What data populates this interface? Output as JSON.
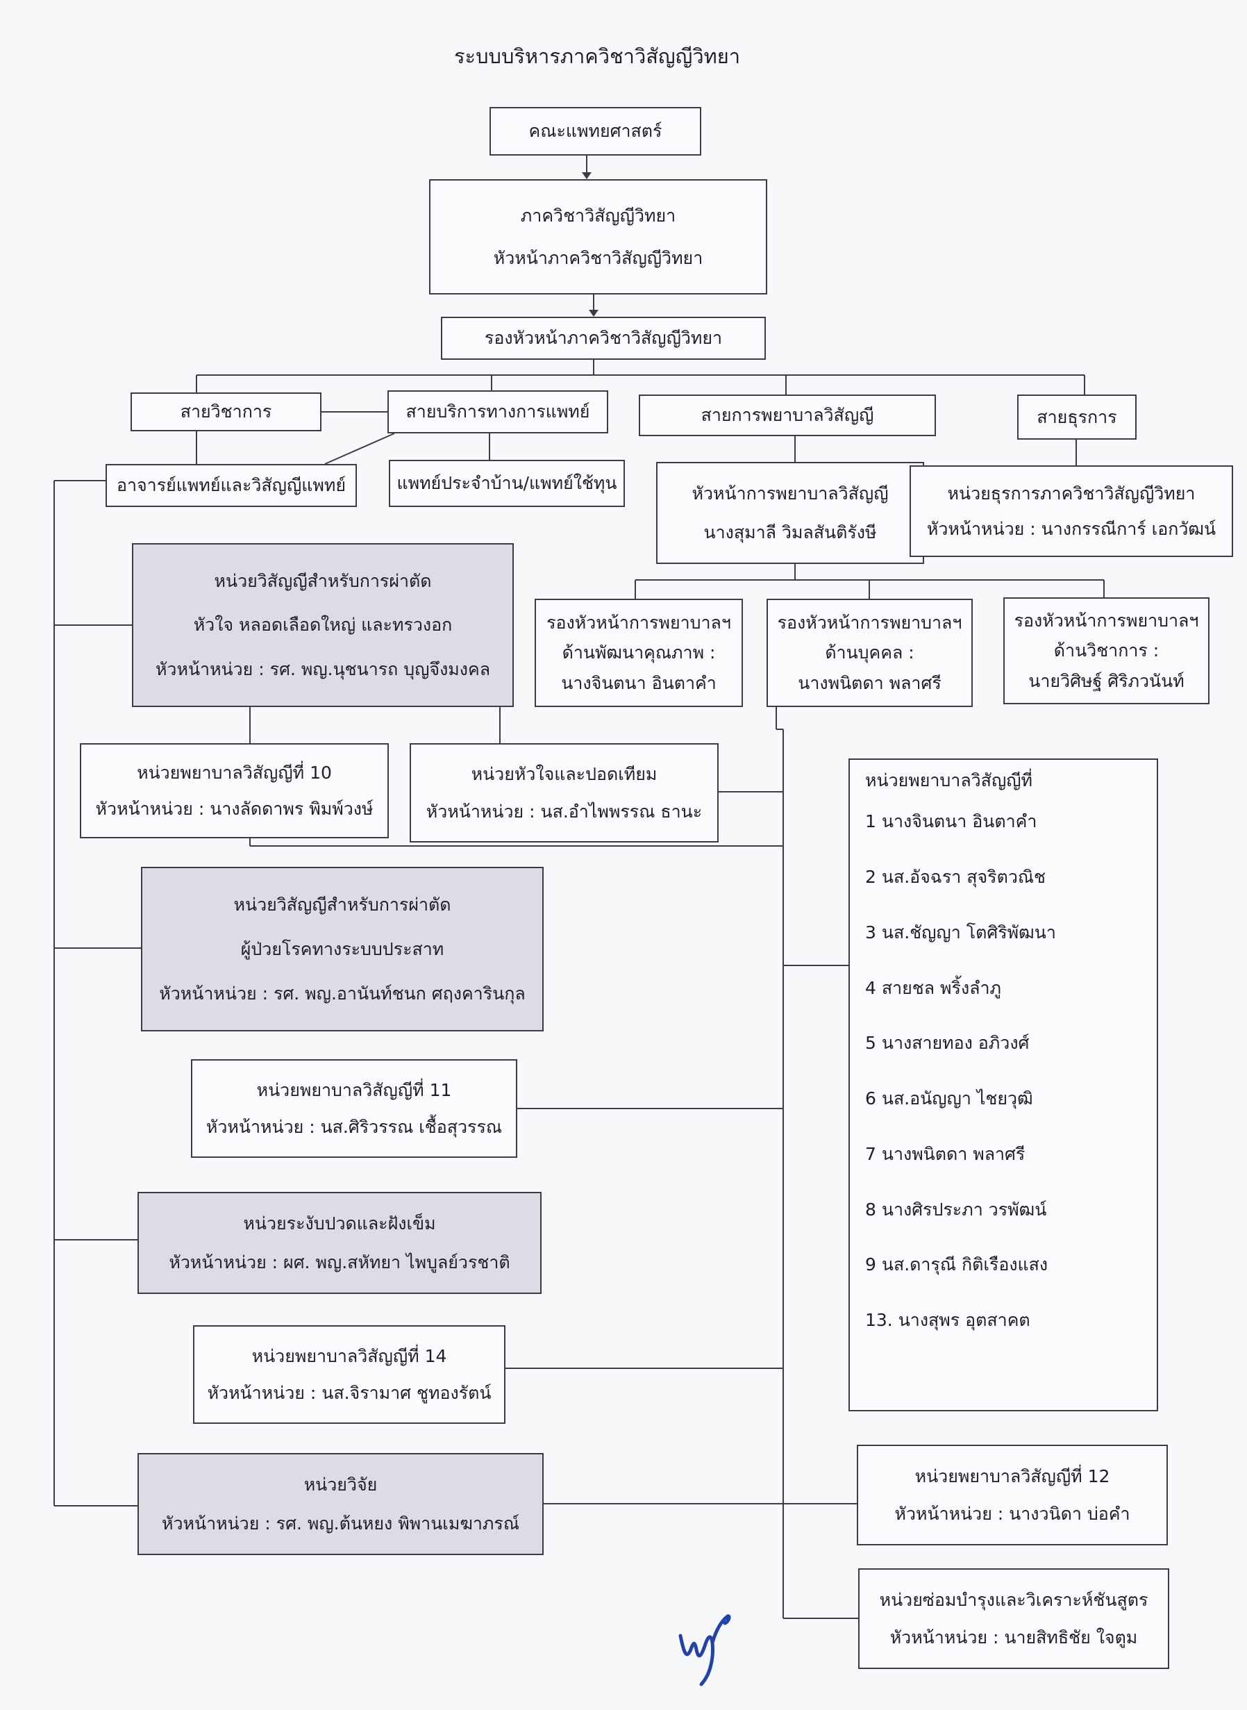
{
  "title": "ระบบบริหารภาควิชาวิสัญญีวิทยา",
  "nodes": {
    "faculty": "คณะแพทยศาสตร์",
    "department": [
      "ภาควิชาวิสัญญีวิทยา",
      "หัวหน้าภาควิชาวิสัญญีวิทยา"
    ],
    "deputy_head": "รองหัวหน้าภาควิชาวิสัญญีวิทยา",
    "academic": "สายวิชาการ",
    "medical_service": "สายบริการทางการแพทย์",
    "nursing": "สายการพยาบาลวิสัญญี",
    "admin": "สายธุรการ",
    "anesthesiologists": "อาจารย์แพทย์และวิสัญญีแพทย์",
    "residents": "แพทย์ประจำบ้าน/แพทย์ใช้ทุน",
    "head_nurse": [
      "หัวหน้าการพยาบาลวิสัญญี",
      "นางสุมาลี วิมลสันติรังษี"
    ],
    "admin_unit": [
      "หน่วยธุรการภาควิชาวิสัญญีวิทยา",
      "หัวหน้าหน่วย : นางกรรณีการ์ เอกวัฒน์"
    ],
    "cardiothoracic": [
      "หน่วยวิสัญญีสำหรับการผ่าตัด",
      "หัวใจ หลอดเลือดใหญ่ และทรวงอก",
      "หัวหน้าหน่วย : รศ. พญ.นุชนารถ บุญจึงมงคล"
    ],
    "deputy_quality": [
      "รองหัวหน้าการพยาบาลฯ",
      "ด้านพัฒนาคุณภาพ :",
      "นางจินตนา อินตาคำ"
    ],
    "deputy_personnel": [
      "รองหัวหน้าการพยาบาลฯ",
      "ด้านบุคคล :",
      "นางพนิตดา พลาศรี"
    ],
    "deputy_academic": [
      "รองหัวหน้าการพยาบาลฯ",
      "ด้านวิชาการ :",
      "นายวิศิษฐ์ ศิริภวนันท์"
    ],
    "unit10": [
      "หน่วยพยาบาลวิสัญญีที่ 10",
      "หัวหน้าหน่วย : นางลัดดาพร พิมพ์วงษ์"
    ],
    "heart_lung": [
      "หน่วยหัวใจและปอดเทียม",
      "หัวหน้าหน่วย : นส.อำไพพรรณ ธานะ"
    ],
    "nursing_units": {
      "heading": "หน่วยพยาบาลวิสัญญีที่",
      "items": [
        "1 นางจินตนา อินตาคำ",
        "2 นส.อัจฉรา สุจริตวณิช",
        "3 นส.ชัญญา โตศิริพัฒนา",
        "4 สายชล พริ้งลำภู",
        "5 นางสายทอง อภิวงศ์",
        "6 นส.อนัญญา ไชยวุฒิ",
        "7 นางพนิตดา พลาศรี",
        "8 นางศิรประภา วรพัฒน์",
        "9 นส.ดารุณี กิติเรืองแสง",
        "13. นางสุพร อุตสาคต"
      ]
    },
    "neuro": [
      "หน่วยวิสัญญีสำหรับการผ่าตัด",
      "ผู้ป่วยโรคทางระบบประสาท",
      "หัวหน้าหน่วย : รศ. พญ.อานันท์ชนก ศฤงคารินกุล"
    ],
    "unit11": [
      "หน่วยพยาบาลวิสัญญีที่ 11",
      "หัวหน้าหน่วย : นส.ศิริวรรณ เชื้อสุวรรณ"
    ],
    "pain": [
      "หน่วยระงับปวดและฝังเข็ม",
      "หัวหน้าหน่วย : ผศ. พญ.สหัทยา ไพบูลย์วรชาติ"
    ],
    "unit14": [
      "หน่วยพยาบาลวิสัญญีที่ 14",
      "หัวหน้าหน่วย : นส.จิรามาศ ชูทองรัตน์"
    ],
    "research": [
      "หน่วยวิจัย",
      "หัวหน้าหน่วย : รศ. พญ.ต้นหยง พิพานเมฆาภรณ์"
    ],
    "unit12": [
      "หน่วยพยาบาลวิสัญญีที่ 12",
      "หัวหน้าหน่วย : นางวนิดา บ่อคำ"
    ],
    "maintenance": [
      "หน่วยซ่อมบำรุงและวิเคราะห์ชันสูตร",
      "หัวหน้าหน่วย : นายสิทธิชัย ใจตูม"
    ]
  },
  "colors": {
    "line": "#3c3c48",
    "shaded_box": "#dcdce4",
    "box": "#fafbfd",
    "signature": "#2244aa"
  }
}
